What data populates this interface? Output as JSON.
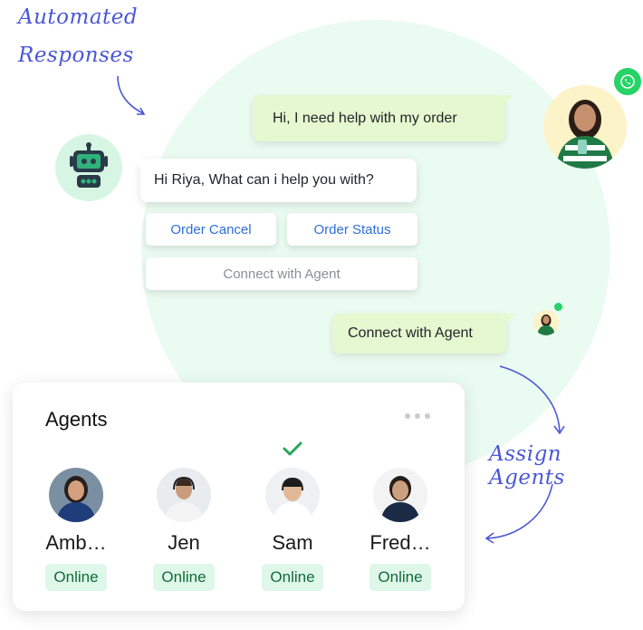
{
  "annotations": {
    "automated_line1": "Automated",
    "automated_line2": "Responses",
    "assign_agents": "Assign Agents"
  },
  "chat": {
    "customer_message": "Hi, I need help with my order",
    "bot_message": "Hi Riya, What can i help you with?",
    "quick_replies": [
      "Order Cancel",
      "Order Status",
      "Connect with Agent"
    ],
    "customer_reply": "Connect with Agent"
  },
  "agents_panel": {
    "title": "Agents",
    "agents": [
      {
        "name": "Amb…",
        "status": "Online",
        "selected": false
      },
      {
        "name": "Jen",
        "status": "Online",
        "selected": false
      },
      {
        "name": "Sam",
        "status": "Online",
        "selected": true
      },
      {
        "name": "Fred…",
        "status": "Online",
        "selected": false
      }
    ]
  },
  "icons": {
    "bot": "robot-icon",
    "whatsapp": "whatsapp-icon",
    "more": "more-horizontal-icon",
    "check": "check-icon"
  },
  "colors": {
    "accent_green": "#25a65a",
    "bubble_green": "#e5f8cf",
    "link_blue": "#2f6ed8",
    "annotation_blue": "#4a57d6",
    "status_bg": "#dff7e8"
  }
}
